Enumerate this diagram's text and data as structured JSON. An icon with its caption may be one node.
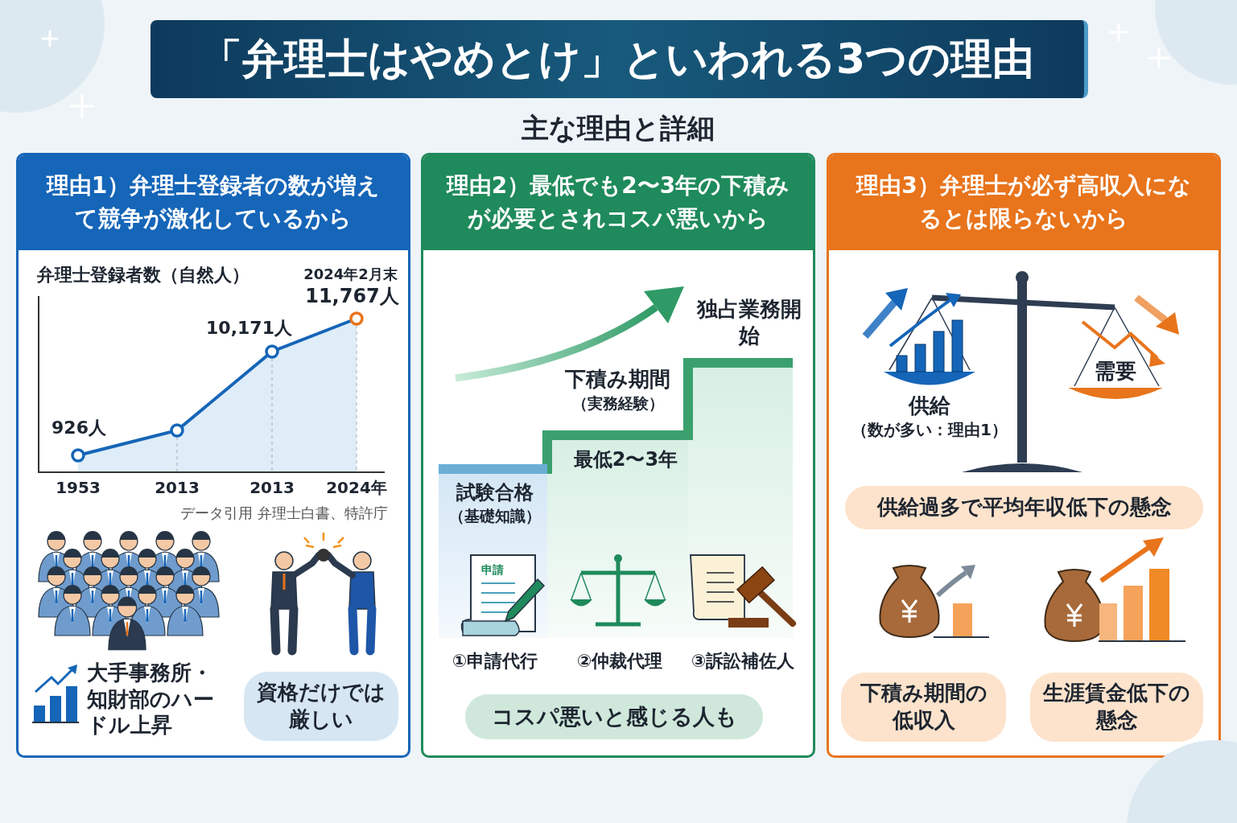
{
  "diagram": {
    "title": "「弁理士はやめとけ」といわれる3つの理由",
    "nodes": [
      {
        "text": [
          "理由1）弁理士登録者の数が増えて競争が激化しているから"
        ]
      },
      {
        "text": [
          "資格だけでは厳しい"
        ],
        "in": 0
      },
      {
        "text": [
          "理由2）最低でも2〜3年の下積みが必要とされコスパ悪いから"
        ]
      },
      {
        "text": [
          "コスパ悪いと感じる人も"
        ],
        "in": 2
      },
      {
        "text": [
          "理由3）弁理士が必ず高収入になるとは限らないから"
        ]
      },
      {
        "text": [
          "供給過多で平均年収低下の懸念"
        ],
        "in": 4
      },
      {
        "text": [
          "下積み期間の低収入"
        ],
        "in": 4
      },
      {
        "text": [
          "生涯賃金低下の懸念"
        ],
        "in": 4
      }
    ],
    "labels": [
      "主な理由と詳細",
      "弁理士登録者数（自然人）",
      "2024年2月末",
      "11,767人",
      "10,171人",
      "926人",
      "1953",
      "2013",
      "2013",
      "2024年",
      "データ引用 弁理士白書、特許庁",
      "大手事務所・知財部のハードル上昇",
      "独占業務開始",
      "下積み期間",
      "（実務経験）",
      "最低2〜3年",
      "試験合格",
      "（基礎知識）",
      "申請",
      "①申請代行",
      "②仲裁代理",
      "③訴訟補佐人",
      "需要",
      "供給",
      "（数が多い：理由1）"
    ]
  }
}
